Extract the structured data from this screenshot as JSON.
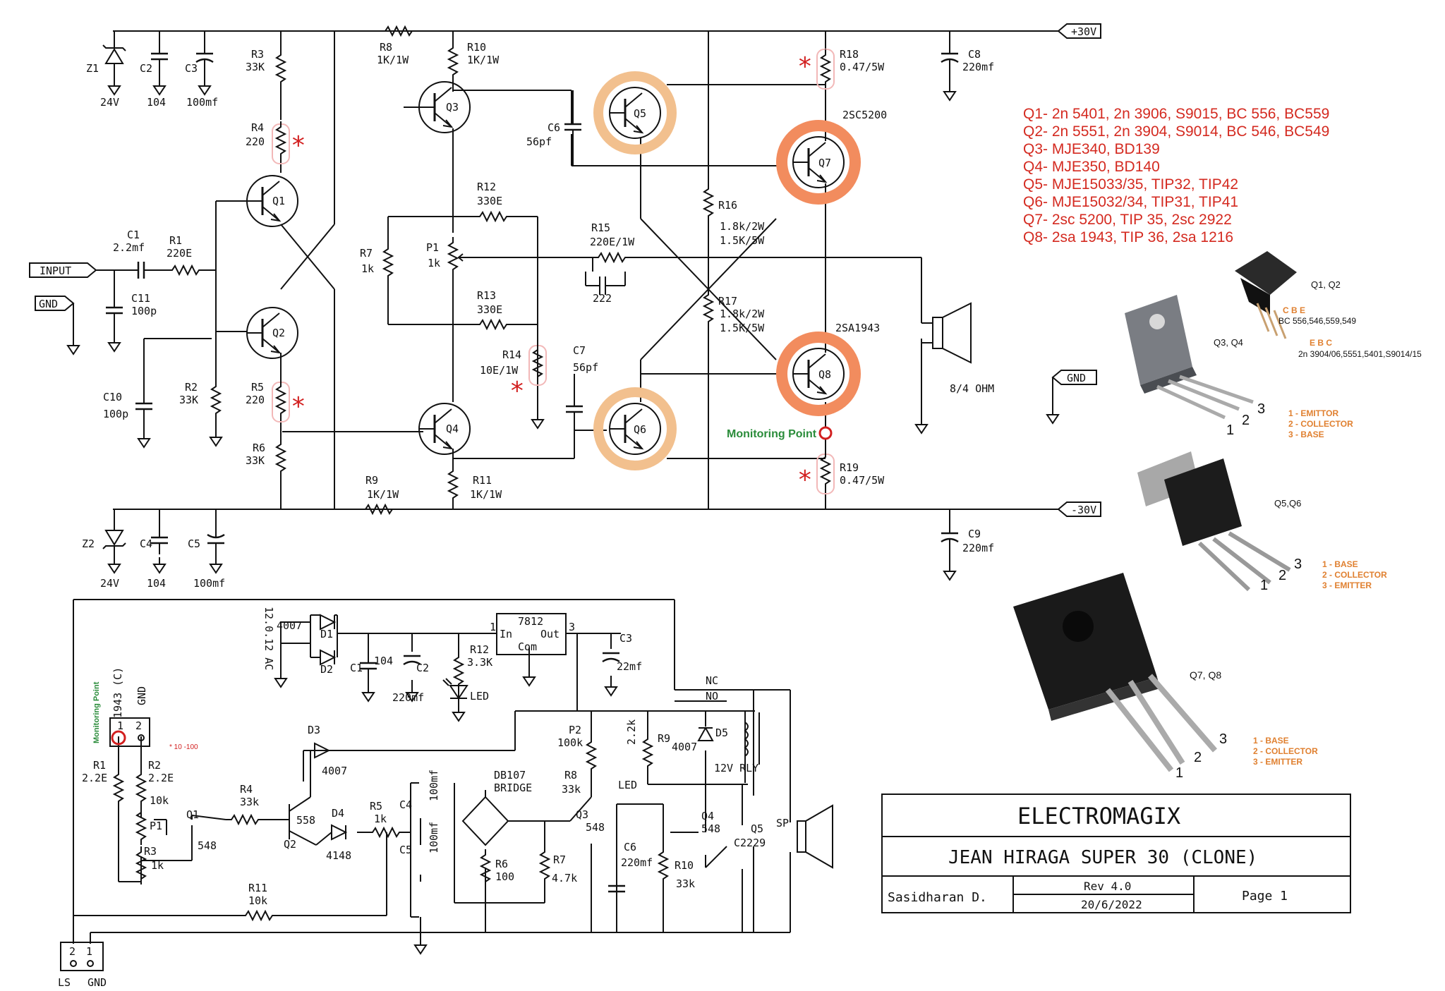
{
  "supply": {
    "pos": "+30V",
    "neg": "-30V",
    "gnd": "GND"
  },
  "io": {
    "input": "INPUT",
    "gnd": "GND"
  },
  "components": {
    "z1": {
      "name": "Z1",
      "value": "24V"
    },
    "c2": {
      "name": "C2",
      "value": "104"
    },
    "c3": {
      "name": "C3",
      "value": "100mf"
    },
    "r3": {
      "name": "R3",
      "value": "33K"
    },
    "r4": {
      "name": "R4",
      "value": "220"
    },
    "r8": {
      "name": "R8",
      "value": "1K/1W"
    },
    "r10": {
      "name": "R10",
      "value": "1K/1W"
    },
    "r18": {
      "name": "R18",
      "value": "0.47/5W"
    },
    "c8": {
      "name": "C8",
      "value": "220mf"
    },
    "c6": {
      "name": "C6",
      "value": "56pf"
    },
    "q7_part": "2SC5200",
    "c1": {
      "name": "C1",
      "value": "2.2mf"
    },
    "r1": {
      "name": "R1",
      "value": "220E"
    },
    "c11": {
      "name": "C11",
      "value": "100p"
    },
    "r12": {
      "name": "R12",
      "value": "330E"
    },
    "r7": {
      "name": "R7",
      "value": "1k"
    },
    "p1": {
      "name": "P1",
      "value": "1k"
    },
    "r13": {
      "name": "R13",
      "value": "330E"
    },
    "r15": {
      "name": "R15",
      "value": "220E/1W"
    },
    "c_222": "222",
    "r16": {
      "name": "R16",
      "value1": "1.8k/2W",
      "value2": "1.5K/5W"
    },
    "r17": {
      "name": "R17",
      "value1": "1.8k/2W",
      "value2": "1.5K/5W"
    },
    "q8_part": "2SA1943",
    "r14": {
      "name": "R14",
      "value": "10E/1W"
    },
    "c7": {
      "name": "C7",
      "value": "56pf"
    },
    "r2": {
      "name": "R2",
      "value": "33K"
    },
    "r5": {
      "name": "R5",
      "value": "220"
    },
    "c10": {
      "name": "C10",
      "value": "100p"
    },
    "r6": {
      "name": "R6",
      "value": "33K"
    },
    "r9": {
      "name": "R9",
      "value": "1K/1W"
    },
    "r11": {
      "name": "R11",
      "value": "1K/1W"
    },
    "r19": {
      "name": "R19",
      "value": "0.47/5W"
    },
    "c9": {
      "name": "C9",
      "value": "220mf"
    },
    "z2": {
      "name": "Z2",
      "value": "24V"
    },
    "c4": {
      "name": "C4",
      "value": "104"
    },
    "c5": {
      "name": "C5",
      "value": "100mf"
    },
    "speaker": "8/4 OHM"
  },
  "transistor_labels": [
    "Q1",
    "Q2",
    "Q3",
    "Q4",
    "Q5",
    "Q6",
    "Q7",
    "Q8"
  ],
  "monitoring_point": "Monitoring Point",
  "equivalents": [
    "Q1- 2n 5401, 2n 3906, S9015, BC 556, BC559",
    "Q2- 2n 5551, 2n 3904, S9014, BC 546, BC549",
    "Q3- MJE340, BD139",
    "Q4- MJE350, BD140",
    "Q5- MJE15033/35, TIP32, TIP42",
    "Q6- MJE15032/34, TIP31, TIP41",
    "Q7- 2sc 5200, TIP 35, 2sc 2922",
    "Q8- 2sa 1943, TIP 36, 2sa 1216"
  ],
  "pinouts": {
    "to92": {
      "title": "Q1, Q2",
      "cbe": "C  B  E",
      "cbe_parts": "BC 556,546,559,549",
      "ebc": "E  B  C",
      "ebc_parts": "2n 3904/06,5551,5401,S9014/15"
    },
    "to126": {
      "title": "Q3, Q4",
      "nums": [
        "1",
        "2",
        "3"
      ],
      "legend": [
        "1 - EMITTOR",
        "2 - COLLECTOR",
        "3 - BASE"
      ]
    },
    "to220": {
      "title": "Q5,Q6",
      "nums": [
        "1",
        "2",
        "3"
      ],
      "legend": [
        "1 - BASE",
        "2 - COLLECTOR",
        "3 - EMITTER"
      ]
    },
    "to264": {
      "title": "Q7, Q8",
      "nums": [
        "1",
        "2",
        "3"
      ],
      "legend": [
        "1 - BASE",
        "2 - COLLECTOR",
        "3 - EMITTER"
      ]
    }
  },
  "protection": {
    "d1": "D1",
    "d2": "D2",
    "d_part": "4007",
    "ac": "12.0.12 AC",
    "c1": "C1",
    "c1_val": "104",
    "c2": "C2",
    "c2_val": "220mf",
    "reg": "7812",
    "reg_in": "In",
    "reg_out": "Out",
    "reg_com": "Com",
    "pin1": "1",
    "pin3": "3",
    "c3": "C3",
    "c3_val": "22mf",
    "r12": "R12",
    "r12_val": "3.3K",
    "led": "LED",
    "nc": "NC",
    "no": "NO",
    "mon_label": "Monitoring Point",
    "conn_label": "1943 (C)",
    "conn_gnd": "GND",
    "pin_1": "1",
    "pin_2": "2",
    "r1": "R1",
    "r1_val": "2.2E",
    "r2": "R2",
    "r2_val": "2.2E",
    "p1": "P1",
    "p1_val": "10k",
    "r3": "R3",
    "r3_val": "1k",
    "note": "* 10 -100",
    "q1": "Q1",
    "q1_part": "548",
    "r4": "R4",
    "r4_val": "33k",
    "q2": "Q2",
    "q2_part": "558",
    "d3": "D3",
    "d3_part": "4007",
    "d4": "D4",
    "d4_part": "4148",
    "r5": "R5",
    "r5_val": "1k",
    "c4": "C4",
    "c4_val": "100mf",
    "c5": "C5",
    "c5_val": "100mf",
    "bridge1": "DB107",
    "bridge2": "BRIDGE",
    "r6": "R6",
    "r6_val": "100",
    "r7": "R7",
    "r7_val": "4.7k",
    "p2": "P2",
    "p2_val": "100k",
    "r8": "R8",
    "r8_val": "33k",
    "led2": "LED",
    "q3": "Q3",
    "q3_part": "548",
    "r9": "R9",
    "r9_val": "2.2k",
    "d5": "D5",
    "d5_part": "4007",
    "relay": "12V RLY",
    "c6": "C6",
    "c6_val": "220mf",
    "r10": "R10",
    "r10_val": "33k",
    "q4": "Q4",
    "q4_part": "548",
    "q5": "Q5",
    "q5_part": "C2229",
    "sp": "SP",
    "r11": "R11",
    "r11_val": "10k",
    "ls": "LS",
    "gnd": "GND",
    "n2": "2",
    "n1": "1"
  },
  "title_block": {
    "company": "ELECTROMAGIX",
    "title": "JEAN HIRAGA SUPER 30 (CLONE)",
    "author": "Sasidharan D.",
    "rev": "Rev 4.0",
    "date": "20/6/2022",
    "page": "Page 1"
  }
}
